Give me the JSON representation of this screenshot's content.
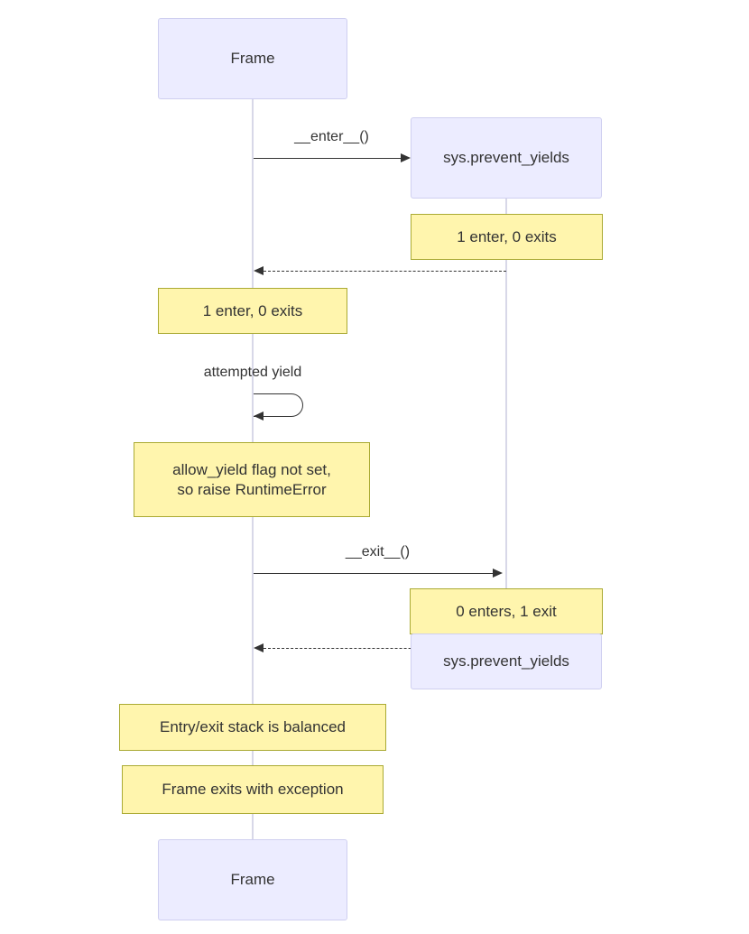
{
  "participants": {
    "frame": "Frame",
    "sys": "sys.prevent_yields"
  },
  "messages": {
    "enter": "__enter__()",
    "attempted_yield": "attempted yield",
    "exit": "__exit__()"
  },
  "notes": {
    "sys_enter": "1 enter, 0 exits",
    "frame_enter": "1 enter, 0 exits",
    "runtime_error": "allow_yield flag not set,\nso raise RuntimeError",
    "sys_exit": "0 enters, 1 exit",
    "balanced": "Entry/exit stack is balanced",
    "exits_exception": "Frame exits with exception"
  },
  "colors": {
    "actor_fill": "#ECECFF",
    "actor_border": "#CFCFF0",
    "note_fill": "#FFF5AD",
    "note_border": "#AAAA33",
    "arrow": "#333333",
    "lifeline": "#D8D8E8",
    "background": "#FFFFFF"
  }
}
